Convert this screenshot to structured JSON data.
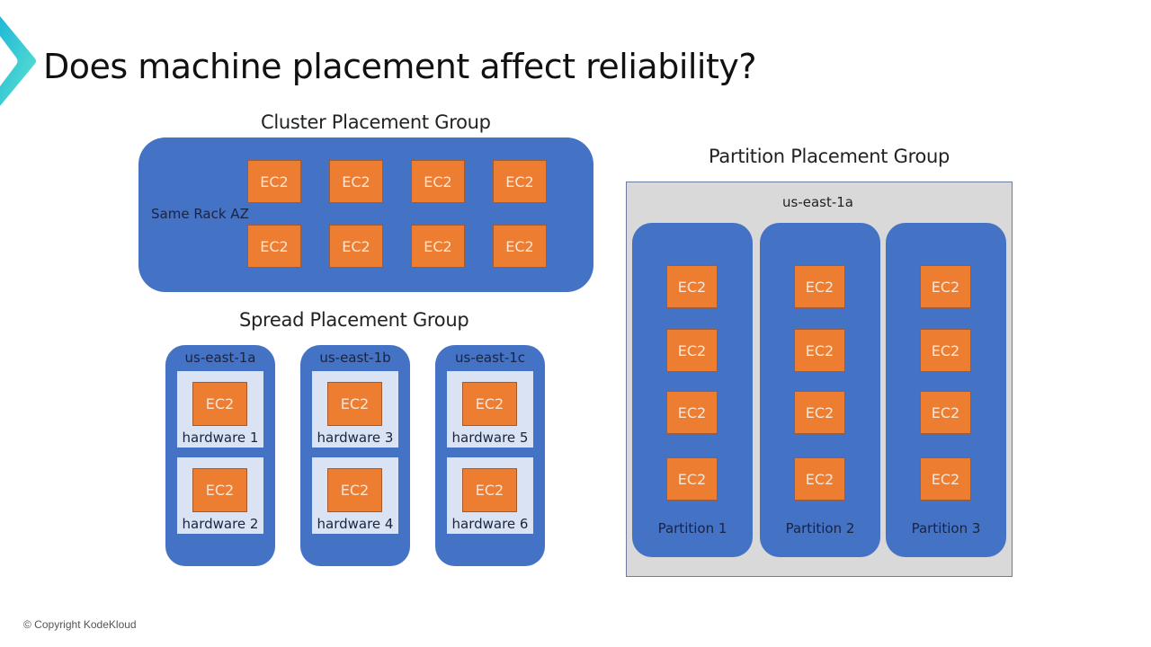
{
  "title": "Does machine placement affect reliability?",
  "copyright": "© Copyright KodeKloud",
  "ec2_label": "EC2",
  "cluster": {
    "heading": "Cluster Placement Group",
    "az_label": "Same Rack AZ",
    "instance_count": 8
  },
  "spread": {
    "heading": "Spread Placement Group",
    "zones": [
      {
        "name": "us-east-1a",
        "hardware": [
          "hardware 1",
          "hardware 2"
        ]
      },
      {
        "name": "us-east-1b",
        "hardware": [
          "hardware 3",
          "hardware 4"
        ]
      },
      {
        "name": "us-east-1c",
        "hardware": [
          "hardware 5",
          "hardware 6"
        ]
      }
    ]
  },
  "partition": {
    "heading": "Partition Placement Group",
    "zone": "us-east-1a",
    "partitions": [
      {
        "name": "Partition 1",
        "instances": 4
      },
      {
        "name": "Partition 2",
        "instances": 4
      },
      {
        "name": "Partition 3",
        "instances": 4
      }
    ]
  },
  "colors": {
    "container_blue": "#4472c4",
    "ec2_orange": "#ed7d31",
    "hardware_bg": "#dae3f3",
    "partition_bg": "#d9d9d9",
    "logo_teal": "#2ec8d8"
  }
}
